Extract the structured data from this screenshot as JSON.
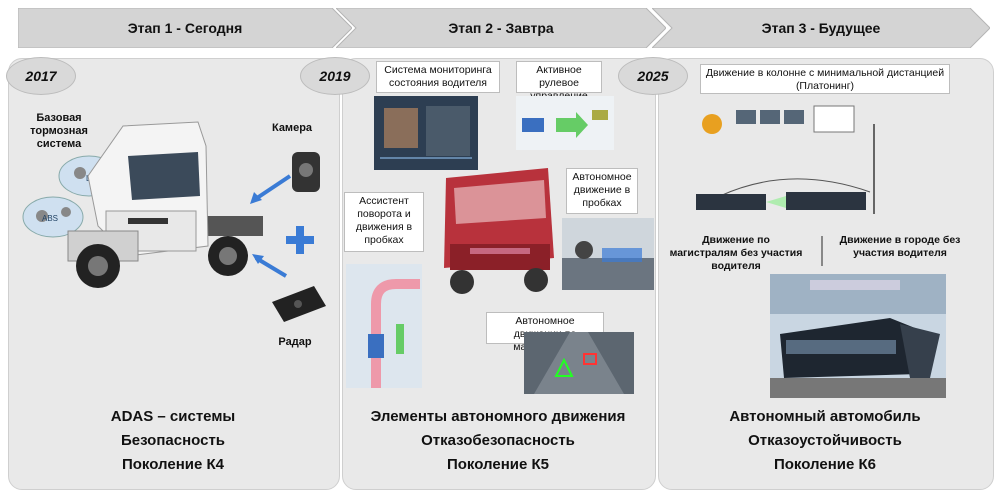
{
  "stages": [
    {
      "label": "Этап 1 - Сегодня",
      "year": "2017",
      "callouts": {
        "brakes": "Базовая тормозная система",
        "camera": "Камера",
        "radar": "Радар"
      },
      "bottom": [
        "ADAS – системы",
        "Безопасность",
        "Поколение К4"
      ]
    },
    {
      "label": "Этап 2 - Завтра",
      "year": "2019",
      "callouts": {
        "driver_monitor": "Система мониторинга состояния водителя",
        "steering": "Активное рулевое управление",
        "jam_auto": "Автономное движение в пробках",
        "turn_assist": "Ассистент поворота и движения в пробках",
        "highway": "Автономное движении по магистралям"
      },
      "bottom": [
        "Элементы автономного движения",
        "Отказобезопасность",
        "Поколение К5"
      ]
    },
    {
      "label": "Этап 3 - Будущее",
      "year": "2025",
      "callouts": {
        "platoon": "Движение в колонне с минимальной дистанцией (Платонинг)",
        "highway_nodriver": "Движение по магистралям без участия водителя",
        "city_nodriver": "Движение в городе без участия водителя"
      },
      "bottom": [
        "Автономный автомобиль",
        "Отказоустойчивость",
        "Поколение К6"
      ]
    }
  ],
  "badges": {
    "lds": "LDS",
    "abs": "ABS"
  },
  "colors": {
    "arrow_fill": "#d6d6d6",
    "panel": "#e9e9e9",
    "truck_red": "#c0303a",
    "accent_blue": "#3a7bd5"
  }
}
